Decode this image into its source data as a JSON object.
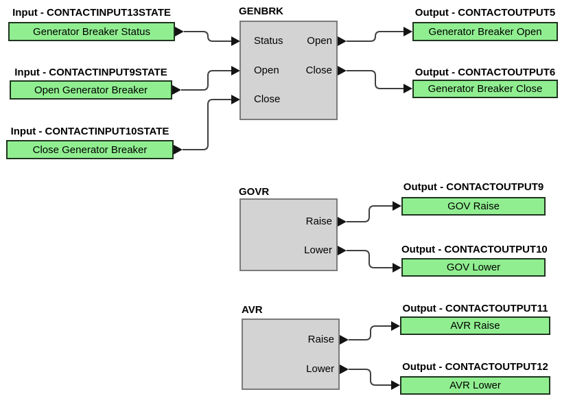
{
  "diagram": {
    "inputs": [
      {
        "title": "Input - CONTACTINPUT13STATE",
        "label": "Generator Breaker Status"
      },
      {
        "title": "Input - CONTACTINPUT9STATE",
        "label": "Open Generator Breaker"
      },
      {
        "title": "Input - CONTACTINPUT10STATE",
        "label": "Close Generator Breaker"
      }
    ],
    "blocks": [
      {
        "title": "GENBRK",
        "left_ports": [
          "Status",
          "Open",
          "Close"
        ],
        "right_ports": [
          "Open",
          "Close"
        ]
      },
      {
        "title": "GOVR",
        "left_ports": [],
        "right_ports": [
          "Raise",
          "Lower"
        ]
      },
      {
        "title": "AVR",
        "left_ports": [],
        "right_ports": [
          "Raise",
          "Lower"
        ]
      }
    ],
    "outputs": [
      {
        "title": "Output - CONTACTOUTPUT5",
        "label": "Generator Breaker Open"
      },
      {
        "title": "Output - CONTACTOUTPUT6",
        "label": "Generator Breaker Close"
      },
      {
        "title": "Output - CONTACTOUTPUT9",
        "label": "GOV Raise"
      },
      {
        "title": "Output - CONTACTOUTPUT10",
        "label": "GOV Lower"
      },
      {
        "title": "Output - CONTACTOUTPUT11",
        "label": "AVR Raise"
      },
      {
        "title": "Output - CONTACTOUTPUT12",
        "label": "AVR Lower"
      }
    ]
  },
  "colors": {
    "background": "#FFFFFF",
    "node_fill": "#90EE90",
    "node_border": "#1F331F",
    "block_fill": "#D3D3D3",
    "block_border": "#7A7A7A",
    "wire": "#3F3F3F",
    "arrow": "#141414",
    "text": "#000000"
  }
}
